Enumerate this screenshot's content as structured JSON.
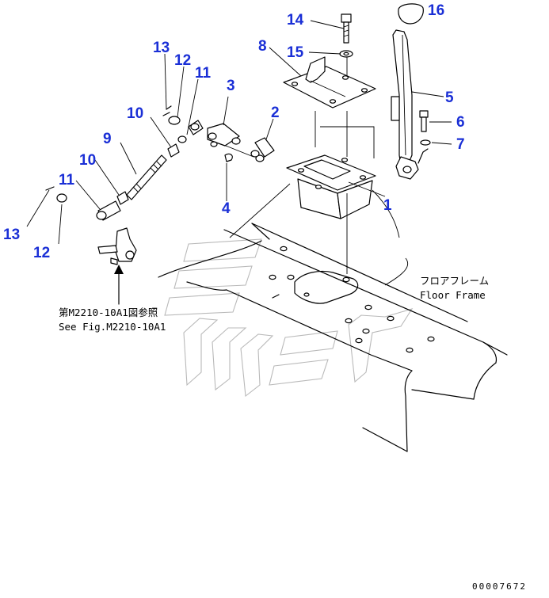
{
  "callouts": {
    "n1": "1",
    "n2": "2",
    "n3": "3",
    "n4": "4",
    "n5": "5",
    "n6": "6",
    "n7": "7",
    "n8": "8",
    "n9": "9",
    "n10a": "10",
    "n10b": "10",
    "n11a": "11",
    "n11b": "11",
    "n12a": "12",
    "n12b": "12",
    "n13a": "13",
    "n13b": "13",
    "n14": "14",
    "n15": "15",
    "n16": "16"
  },
  "labels": {
    "floor_frame_jp": "フロアフレーム",
    "floor_frame_en": "Floor Frame",
    "ref_jp": "第M2210-10A1図参照",
    "ref_en": "See Fig.M2210-10A1"
  },
  "doc_number": "00007672",
  "colors": {
    "callout": "#1a2fd6",
    "line": "#000000",
    "watermark": "#b9b9b9"
  }
}
